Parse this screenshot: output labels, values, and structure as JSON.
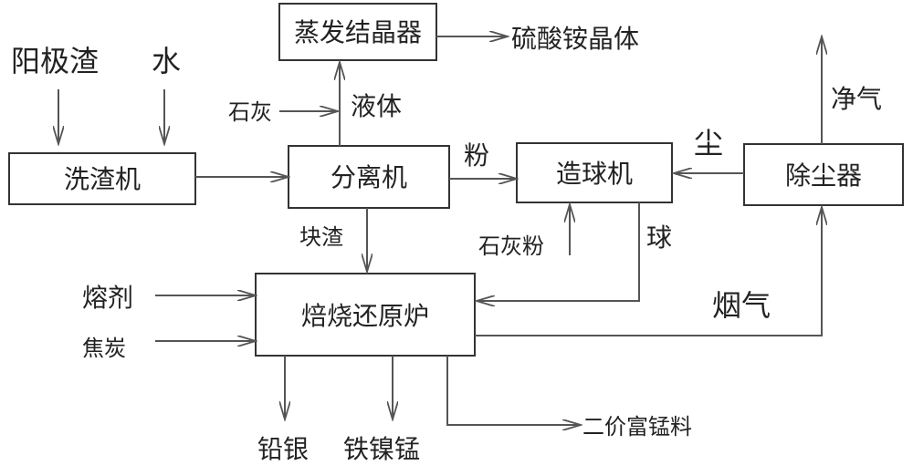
{
  "nodes": {
    "evaporator": "蒸发结晶器",
    "slag_washer": "洗渣机",
    "separator": "分离机",
    "pelletizer": "造球机",
    "dust_collector": "除尘器",
    "roaster": "焙烧还原炉"
  },
  "labels": {
    "anode_slag": "阳极渣",
    "water": "水",
    "ammonium_sulfate": "硫酸铵晶体",
    "lime": "石灰",
    "liquid": "液体",
    "powder": "粉",
    "dust": "尘",
    "clean_gas": "净气",
    "lump_slag": "块渣",
    "lime_powder": "石灰粉",
    "ball": "球",
    "flux": "熔剂",
    "coke": "焦炭",
    "flue_gas": "烟气",
    "lead_silver": "铅银",
    "iron_nickel_manganese": "铁镍锰",
    "divalent_mn_material": "二价富锰料"
  },
  "colors": {
    "stroke": "#333333",
    "text": "#222222",
    "background": "#ffffff"
  }
}
